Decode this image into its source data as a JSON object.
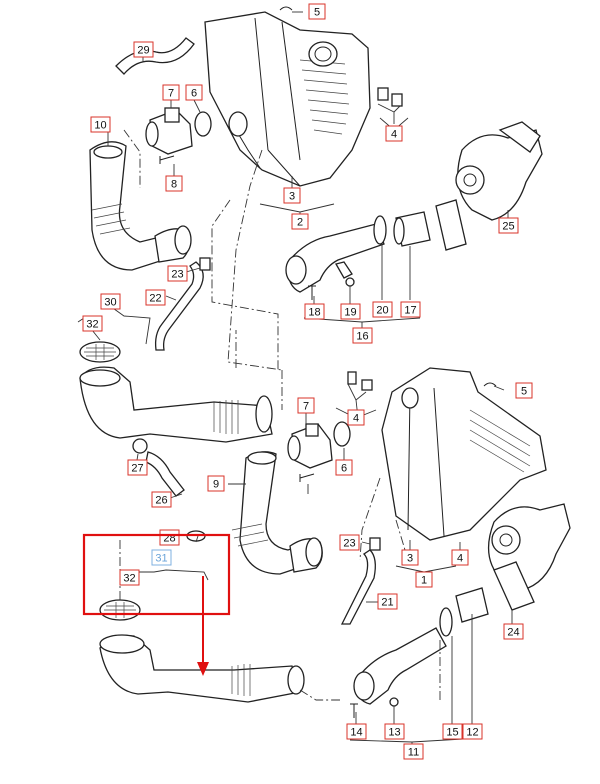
{
  "diagram": {
    "colors": {
      "label_border": "#d8332a",
      "highlight_frame": "#e01010",
      "highlight_arrow": "#e01010",
      "highlight_label_text": "#6aa3d8",
      "line": "#222222"
    },
    "labels_top": [
      "5",
      "29",
      "7",
      "6",
      "4",
      "10",
      "8",
      "3",
      "2",
      "25",
      "23",
      "22",
      "20",
      "17",
      "18",
      "19",
      "16",
      "30",
      "32"
    ],
    "labels_bottom": [
      "5",
      "7",
      "4",
      "9",
      "6",
      "27",
      "26",
      "28",
      "31",
      "32",
      "23",
      "3",
      "4",
      "1",
      "24",
      "21",
      "14",
      "13",
      "15",
      "12",
      "11"
    ],
    "highlight": {
      "callout_label": "31",
      "description_hidden": ""
    }
  }
}
